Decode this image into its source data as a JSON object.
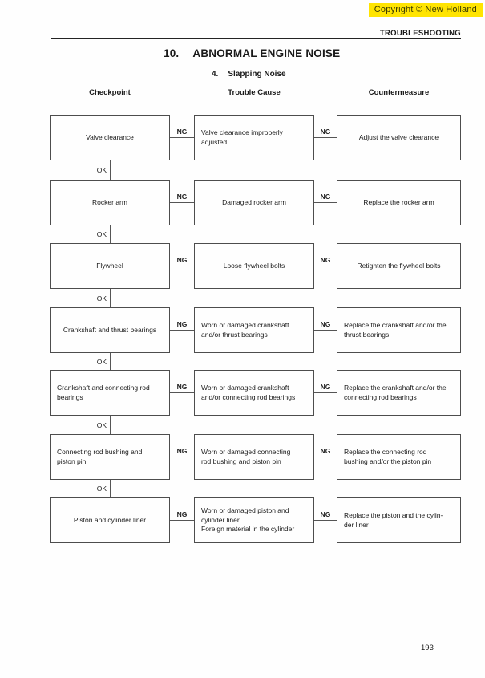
{
  "banner": {
    "text": "Copyright © New Holland"
  },
  "colors": {
    "banner_bg": "#ffe400",
    "banner_fg": "#3a3a00"
  },
  "header": {
    "label": "TROUBLESHOOTING"
  },
  "title": {
    "number": "10.",
    "text": "ABNORMAL ENGINE NOISE"
  },
  "subtitle": {
    "number": "4.",
    "text": "Slapping Noise"
  },
  "columns": [
    "Checkpoint",
    "Trouble Cause",
    "Countermeasure"
  ],
  "labels": {
    "ng": "NG",
    "ok": "OK"
  },
  "rows": [
    {
      "checkpoint": "Valve clearance",
      "cause": "Valve clearance improperly\nadjusted",
      "countermeasure": "Adjust the valve clearance"
    },
    {
      "checkpoint": "Rocker arm",
      "cause": "Damaged rocker arm",
      "countermeasure": "Replace the rocker arm"
    },
    {
      "checkpoint": "Flywheel",
      "cause": "Loose flywheel bolts",
      "countermeasure": "Retighten the flywheel bolts"
    },
    {
      "checkpoint": "Crankshaft and thrust bearings",
      "cause": "Worn or damaged crankshaft\nand/or thrust bearings",
      "countermeasure": "Replace the crankshaft and/or the\nthrust bearings"
    },
    {
      "checkpoint": "Crankshaft and connecting rod\nbearings",
      "cause": "Worn or damaged crankshaft\nand/or connecting rod bearings",
      "countermeasure": "Replace the crankshaft and/or the\nconnecting rod bearings"
    },
    {
      "checkpoint": "Connecting rod bushing and\npiston pin",
      "cause": "Worn or damaged connecting\nrod bushing and piston pin",
      "countermeasure": "Replace the connecting rod\nbushing and/or the piston pin"
    },
    {
      "checkpoint": "Piston and cylinder liner",
      "cause": "Worn or damaged piston and\ncylinder liner\nForeign material in the cylinder",
      "countermeasure": "Replace the piston and the cylin-\nder liner"
    }
  ],
  "page_number": "193"
}
